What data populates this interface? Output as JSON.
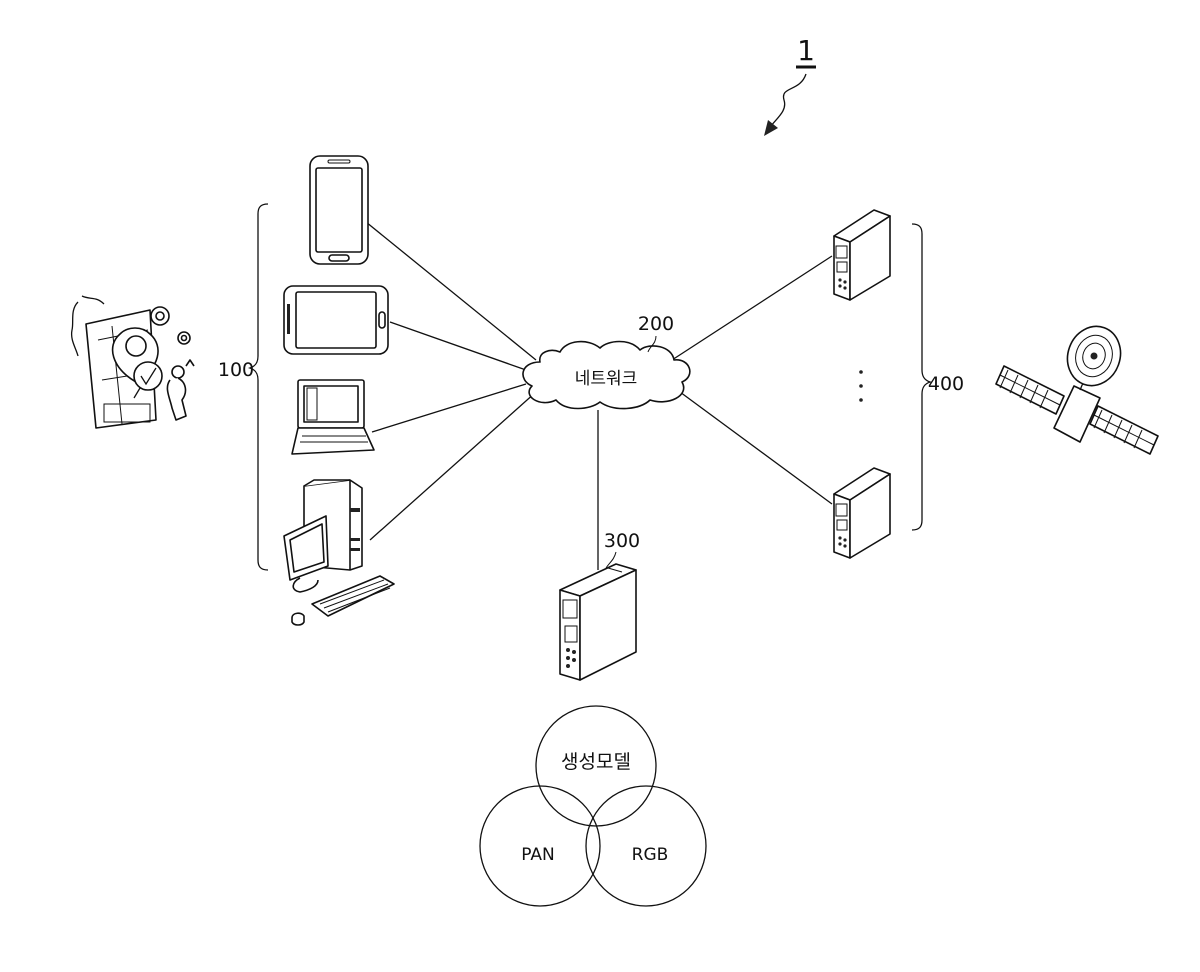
{
  "figure": {
    "system_label": "1",
    "network": {
      "ref": "200",
      "text": "네트워크"
    },
    "user_terminals": {
      "ref": "100"
    },
    "server": {
      "ref": "300"
    },
    "satellite_servers": {
      "ref": "400"
    },
    "venn": {
      "top": "생성모델",
      "left": "PAN",
      "right": "RGB"
    }
  }
}
